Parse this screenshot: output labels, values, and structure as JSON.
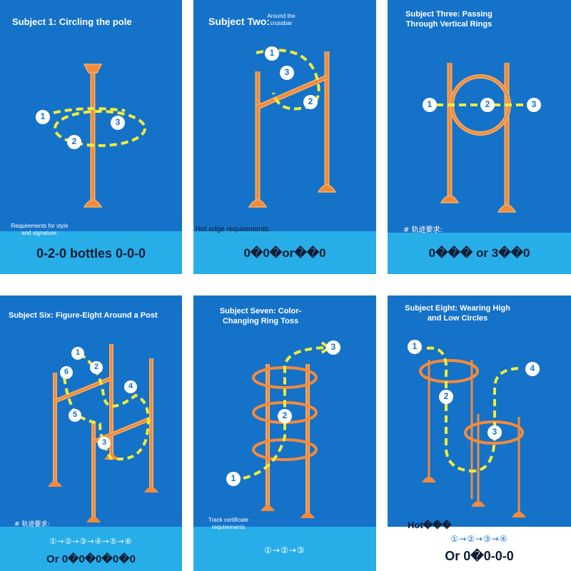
{
  "colors": {
    "panel": "#1572c9",
    "footer": "#27aee9",
    "pole": "#f58a3b",
    "pole_edge": "#f3b168",
    "path": "#f1ec3a",
    "code_text": "#0e1d33",
    "white": "#ffffff"
  },
  "cards": [
    {
      "title": "Subject 1: Circling the pole",
      "requirement": "Requirements for style and signature:",
      "code": "0-2-0 bottles 0-0-0",
      "markers": [
        "1",
        "2",
        "3"
      ]
    },
    {
      "title": "Subject Two:",
      "subtitle": "Around the crossbar",
      "requirement": "Hot edge requirements:",
      "code": "0�0�or��0",
      "markers": [
        "1",
        "3",
        "2"
      ]
    },
    {
      "title": "Subject Three: Passing Through Vertical Rings",
      "requirement": "# 轨迹要求:",
      "code": "0��� or 3��0",
      "markers": [
        "1",
        "2",
        "3"
      ]
    },
    {
      "title": "Subject Six: Figure-Eight Around a Post",
      "requirement": "# 轨迹要求:",
      "sequence": "①→②→③→④→⑤→⑥",
      "code": "Or 0�0�0�0�0",
      "markers": [
        "1",
        "2",
        "6",
        "4",
        "5",
        "3"
      ]
    },
    {
      "title": "Subject Seven: Color-Changing Ring Toss",
      "requirement": "Track certificate requirements",
      "sequence": "①→②→③",
      "markers": [
        "3",
        "2",
        "1"
      ]
    },
    {
      "title": "Subject Eight: Wearing High and Low Circles",
      "requirement": "Hot���",
      "sequence": "①→②→③→④",
      "code": "Or 0�0-0-0",
      "markers": [
        "1",
        "4",
        "2",
        "3"
      ]
    }
  ]
}
